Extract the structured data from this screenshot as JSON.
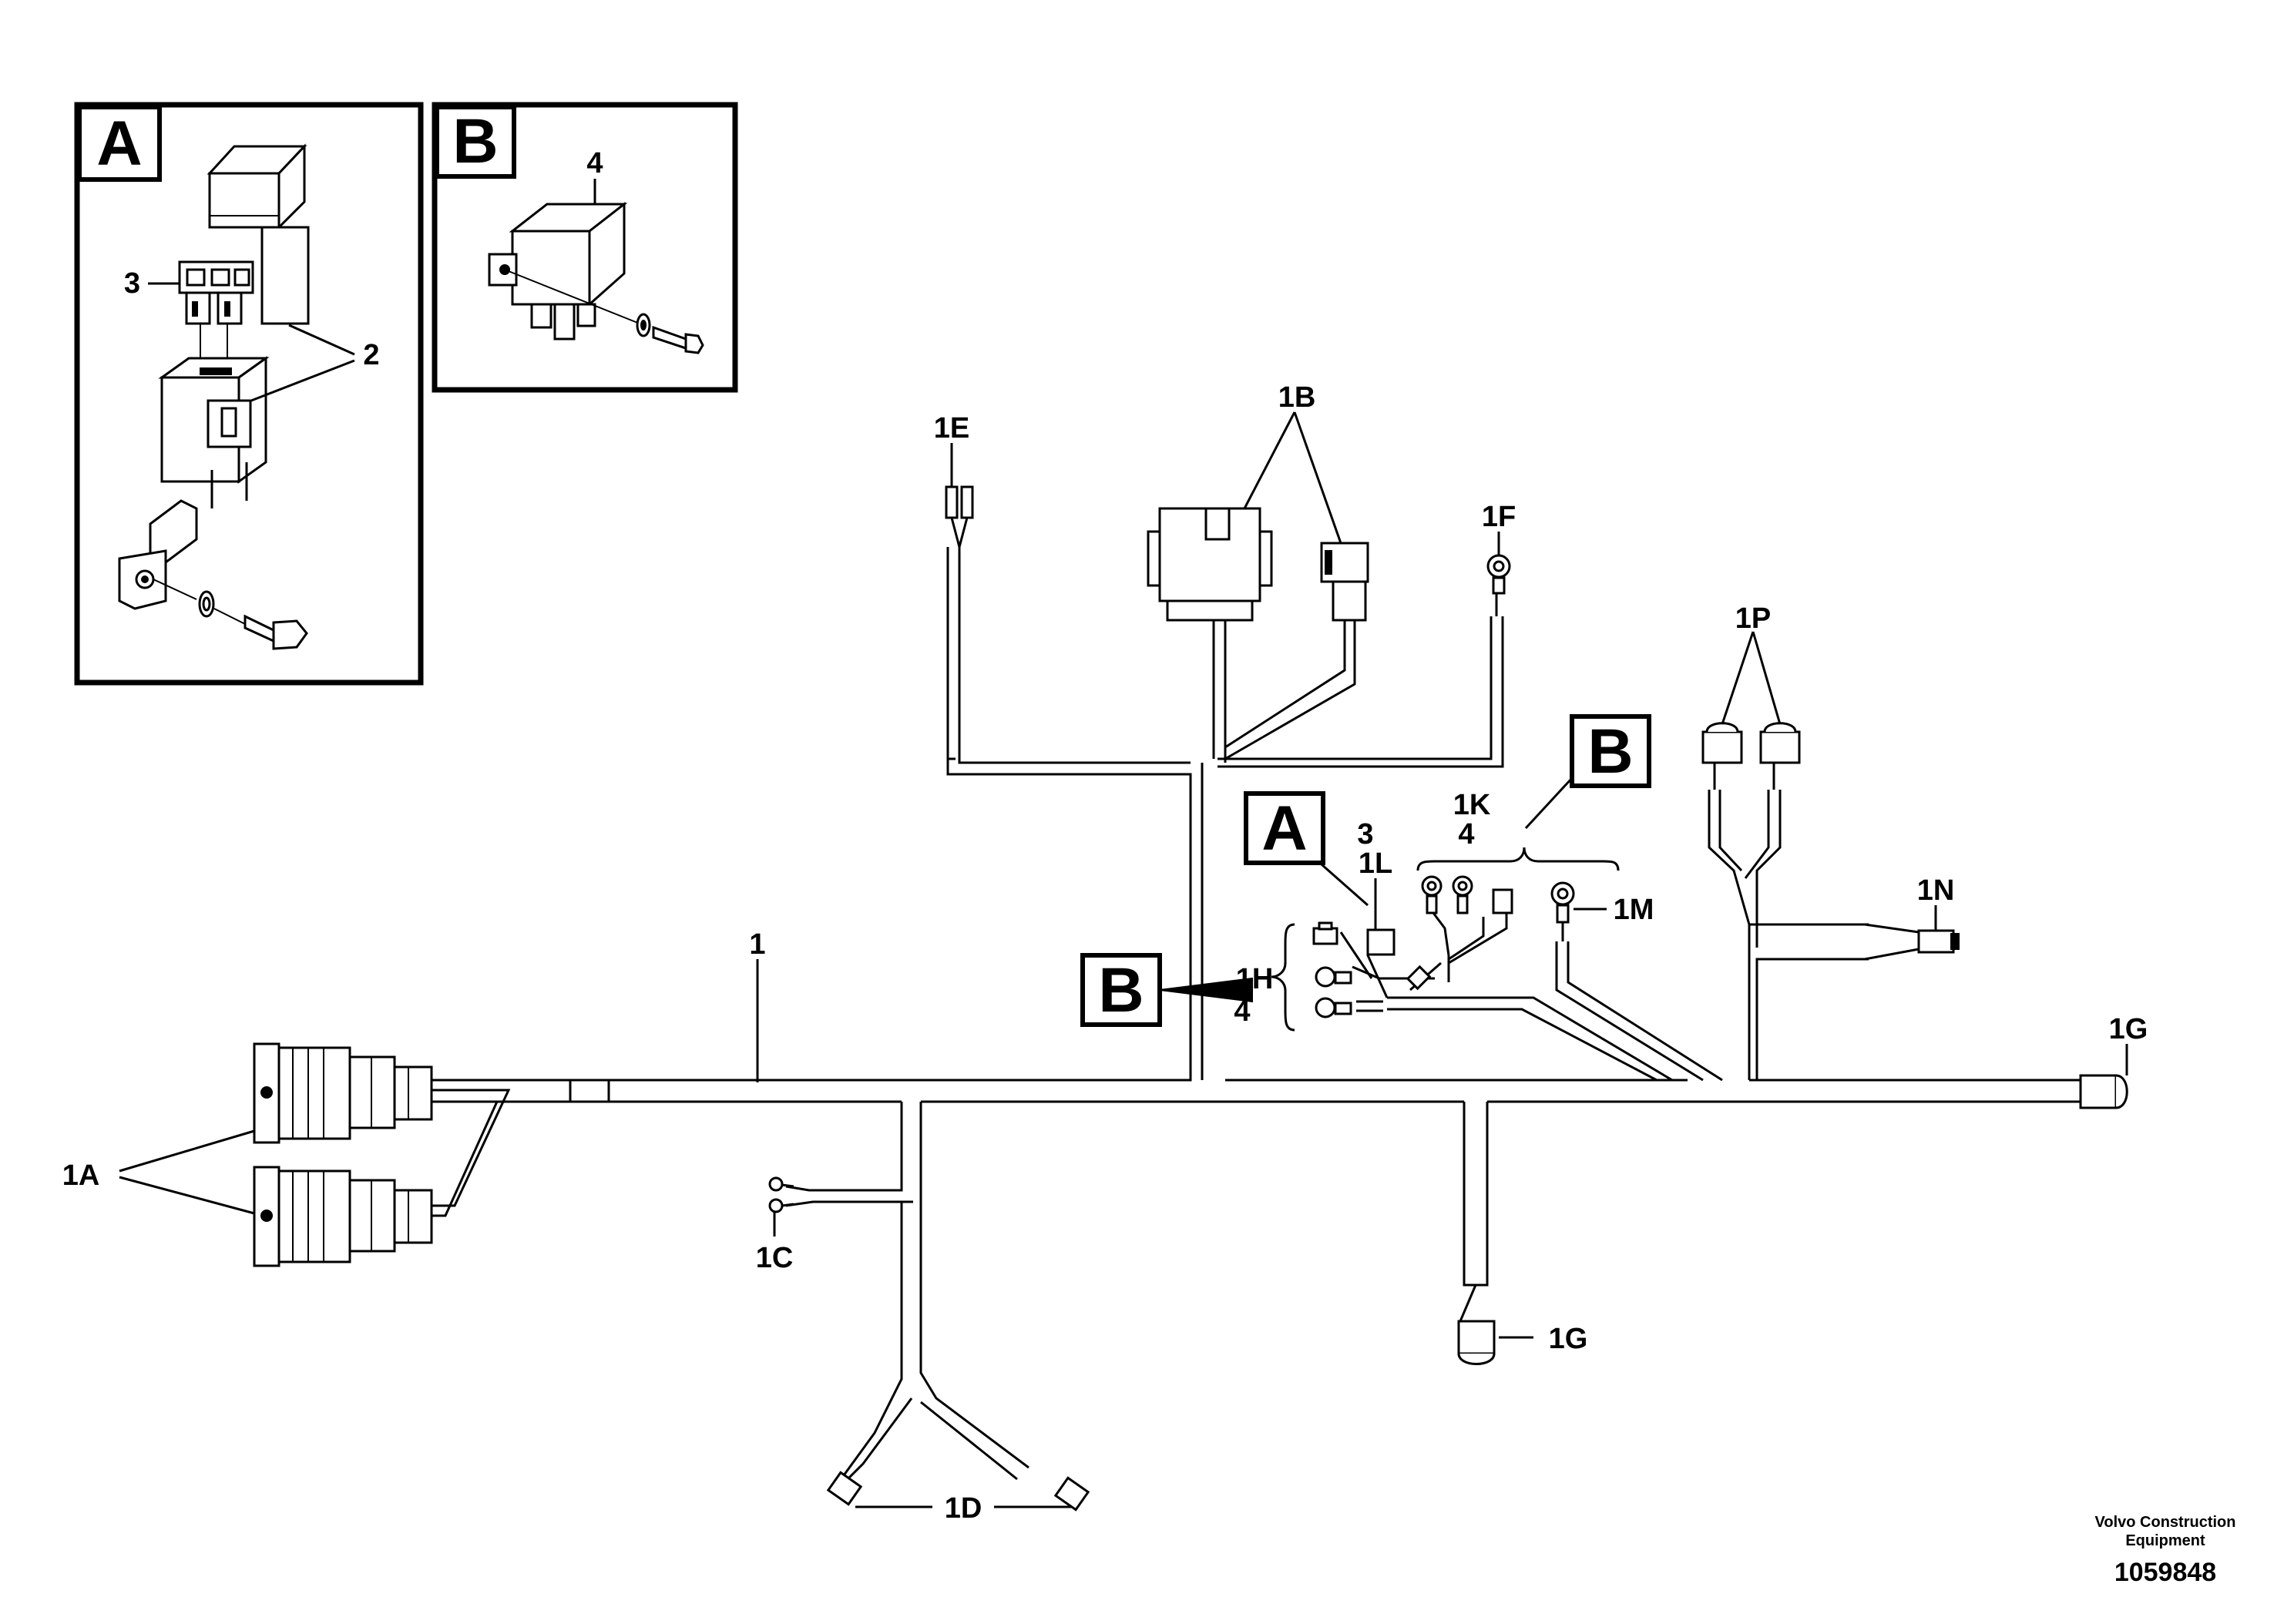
{
  "inset_a": {
    "letter": "A",
    "callouts": {
      "fuse_holder": "3",
      "bracket": "2"
    }
  },
  "inset_b": {
    "letter": "B",
    "callouts": {
      "relay": "4"
    }
  },
  "harness": {
    "main": "1",
    "c1a": "1A",
    "c1b": "1B",
    "c1c": "1C",
    "c1d": "1D",
    "c1e": "1E",
    "c1f": "1F",
    "c1g_top": "1G",
    "c1g_bottom": "1G",
    "c1h": "1H",
    "c1h_qty": "4",
    "c1k": "1K",
    "c1k_qty": "4",
    "c1l": "1L",
    "c1l_qty": "3",
    "c1m": "1M",
    "c1n": "1N",
    "c1p": "1P"
  },
  "refs": {
    "ref_a": "A",
    "ref_b_left": "B",
    "ref_b_right": "B"
  },
  "footer": {
    "company_line1": "Volvo Construction",
    "company_line2": "Equipment",
    "drawing_number": "1059848"
  }
}
